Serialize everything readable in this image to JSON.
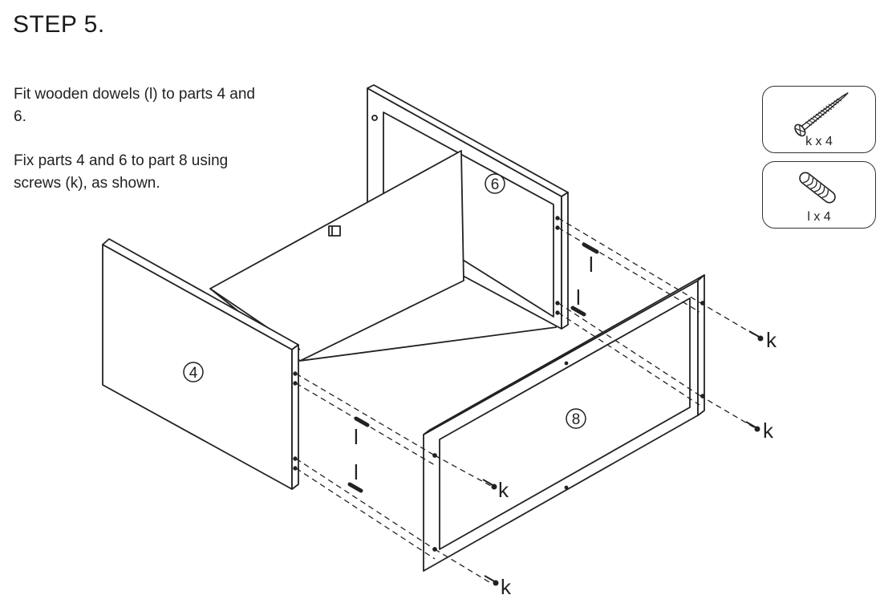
{
  "header": {
    "title": "STEP 5."
  },
  "instructions": {
    "paragraph_1": "Fit wooden dowels (l) to parts 4 and 6.",
    "paragraph_2": "Fix parts 4 and 6 to part 8 using screws (k), as shown."
  },
  "hardware": {
    "screw": {
      "icon": "screw-icon",
      "label": "k x 4"
    },
    "dowel": {
      "icon": "dowel-icon",
      "label": "l x 4"
    }
  },
  "parts": {
    "part_4": "4",
    "part_6": "6",
    "part_8": "8"
  },
  "callouts": {
    "dowel_tag": "l",
    "screw_tag": "k"
  },
  "colors": {
    "line": "#222222",
    "background": "#ffffff"
  }
}
